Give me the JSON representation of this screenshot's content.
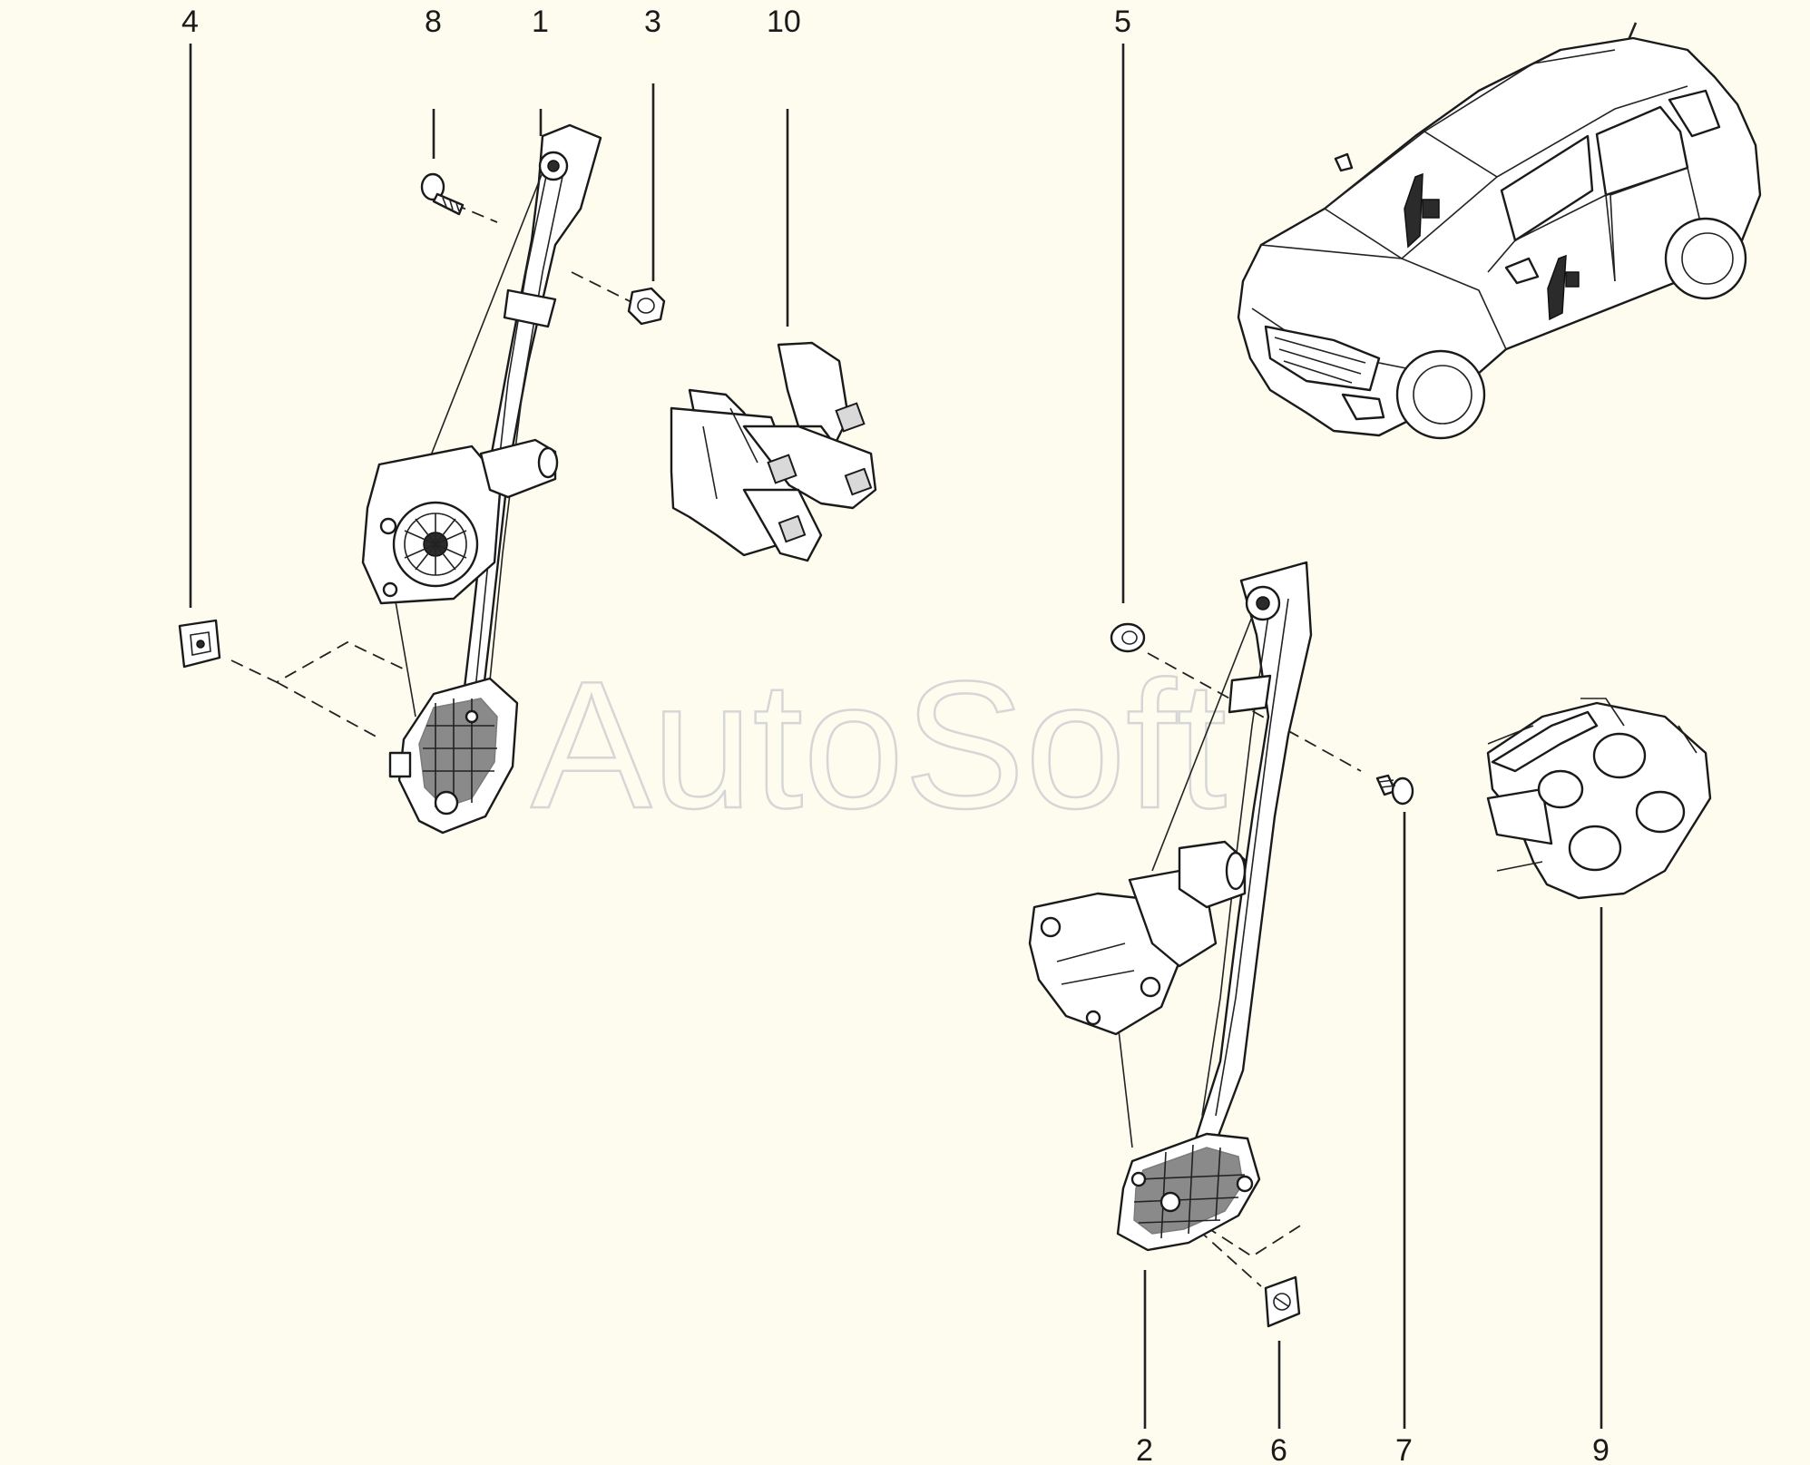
{
  "watermark": "AutoSoft",
  "callouts": [
    {
      "id": "4",
      "label": "4"
    },
    {
      "id": "8",
      "label": "8"
    },
    {
      "id": "1",
      "label": "1"
    },
    {
      "id": "3",
      "label": "3"
    },
    {
      "id": "10",
      "label": "10"
    },
    {
      "id": "5",
      "label": "5"
    },
    {
      "id": "2",
      "label": "2"
    },
    {
      "id": "6",
      "label": "6"
    },
    {
      "id": "7",
      "label": "7"
    },
    {
      "id": "9",
      "label": "9"
    }
  ]
}
